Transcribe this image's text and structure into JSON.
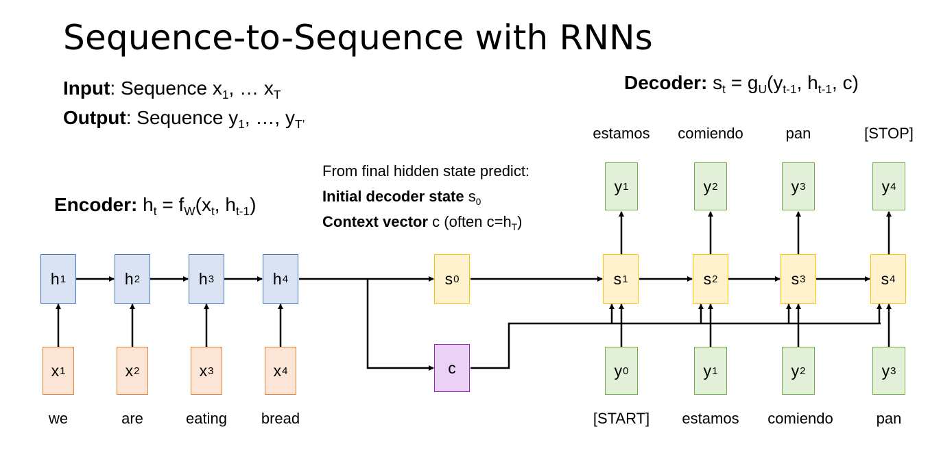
{
  "title": "Sequence-to-Sequence with RNNs",
  "io": {
    "input_bold": "Input",
    "input_rest": ": Sequence x",
    "input_sub1": "1",
    "input_mid": ", … x",
    "input_sub2": "T",
    "output_bold": "Output",
    "output_rest": ": Sequence y",
    "output_sub1": "1",
    "output_mid": ", …, y",
    "output_sub2": "T’"
  },
  "encoder_eq": {
    "label": "Encoder:",
    "h": "h",
    "t": "t",
    "eq": " = f",
    "W": "W",
    "args1": "(x",
    "args_t": "t",
    "args2": ", h",
    "tm1": "t-1",
    "close": ")"
  },
  "decoder_eq": {
    "label": "Decoder:",
    "s": "s",
    "t": "t",
    "eq": " = g",
    "U": "U",
    "args1": "(y",
    "tm1a": "t-1",
    "args2": ", h",
    "tm1b": "t-1",
    "close": ", c)"
  },
  "note": {
    "line1": "From final hidden state predict:",
    "line2_bold": "Initial decoder state",
    "line2_rest": " s",
    "line2_sub": "0",
    "line3_bold": "Context vector",
    "line3_rest": " c (often c=h",
    "line3_sub": "T",
    "line3_close": ")"
  },
  "encoder": {
    "hidden": [
      {
        "base": "h",
        "sub": "1"
      },
      {
        "base": "h",
        "sub": "2"
      },
      {
        "base": "h",
        "sub": "3"
      },
      {
        "base": "h",
        "sub": "4"
      }
    ],
    "inputs": [
      {
        "base": "x",
        "sub": "1"
      },
      {
        "base": "x",
        "sub": "2"
      },
      {
        "base": "x",
        "sub": "3"
      },
      {
        "base": "x",
        "sub": "4"
      }
    ],
    "words": [
      "we",
      "are",
      "eating",
      "bread"
    ]
  },
  "init_state": {
    "base": "s",
    "sub": "0"
  },
  "context": {
    "label": "c"
  },
  "decoder": {
    "states": [
      {
        "base": "s",
        "sub": "1"
      },
      {
        "base": "s",
        "sub": "2"
      },
      {
        "base": "s",
        "sub": "3"
      },
      {
        "base": "s",
        "sub": "4"
      }
    ],
    "outputs": [
      {
        "base": "y",
        "sub": "1"
      },
      {
        "base": "y",
        "sub": "2"
      },
      {
        "base": "y",
        "sub": "3"
      },
      {
        "base": "y",
        "sub": "4"
      }
    ],
    "inputs": [
      {
        "base": "y",
        "sub": "0"
      },
      {
        "base": "y",
        "sub": "1"
      },
      {
        "base": "y",
        "sub": "2"
      },
      {
        "base": "y",
        "sub": "3"
      }
    ],
    "output_words": [
      "estamos",
      "comiendo",
      "pan",
      "[STOP]"
    ],
    "input_words": [
      "[START]",
      "estamos",
      "comiendo",
      "pan"
    ]
  },
  "colors": {
    "encoder_fill": "#dae3f3",
    "input_fill": "#fbe5d6",
    "decoder_fill": "#fff2cc",
    "output_fill": "#e2f0d9",
    "context_fill": "#ead1f5"
  }
}
